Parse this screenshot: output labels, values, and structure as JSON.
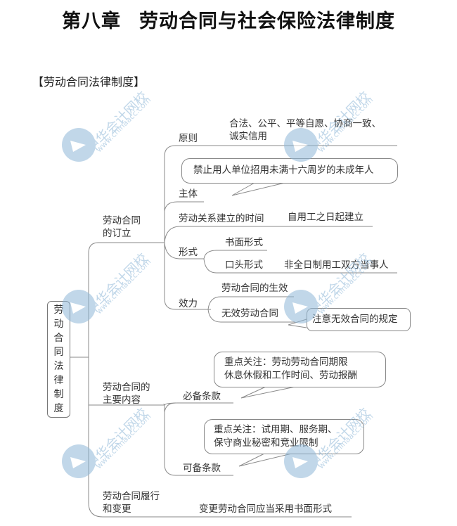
{
  "title": {
    "chapter": "第八章",
    "text": "劳动合同与社会保险法律制度"
  },
  "section_label": "【劳动合同法律制度】",
  "mindmap": {
    "root": "劳动合同法律制度",
    "root_chars": [
      "劳",
      "动",
      "合",
      "同",
      "法",
      "律",
      "制",
      "度"
    ],
    "branches": {
      "signing": {
        "label_line1": "劳动合同",
        "label_line2": "的订立",
        "principle": {
          "label": "原则",
          "detail_line1": "合法、公平、平等自愿、协商一致、",
          "detail_line2": "诚实信用"
        },
        "subject": {
          "label": "主体",
          "callout": "禁止用人单位招用未满十六周岁的未成年人"
        },
        "relation_time": {
          "label": "劳动关系建立的时间",
          "detail": "自用工之日起建立"
        },
        "form": {
          "label": "形式",
          "written": "书面形式",
          "oral": "口头形式",
          "oral_detail": "非全日制用工双方当事人"
        },
        "effect": {
          "label": "效力",
          "effective": "劳动合同的生效",
          "invalid": "无效劳动合同",
          "invalid_callout": "注意无效合同的规定"
        }
      },
      "content": {
        "label_line1": "劳动合同的",
        "label_line2": "主要内容",
        "required": {
          "label": "必备条款",
          "callout_line1": "重点关注：劳动劳动合同期限",
          "callout_line2": "休息休假和工作时间、劳动报酬"
        },
        "optional": {
          "label": "可备条款",
          "callout_line1": "重点关注：试用期、服务期、",
          "callout_line2": "保守商业秘密和竞业限制"
        }
      },
      "performance": {
        "label_line1": "劳动合同履行",
        "label_line2": "和变更",
        "detail": "变更劳动合同应当采用书面形式"
      }
    }
  },
  "watermark": {
    "cn": "中华会计网校",
    "url": "www.chinaacc.com"
  },
  "colors": {
    "line": "#888888",
    "watermark": "#8fb8d8"
  }
}
